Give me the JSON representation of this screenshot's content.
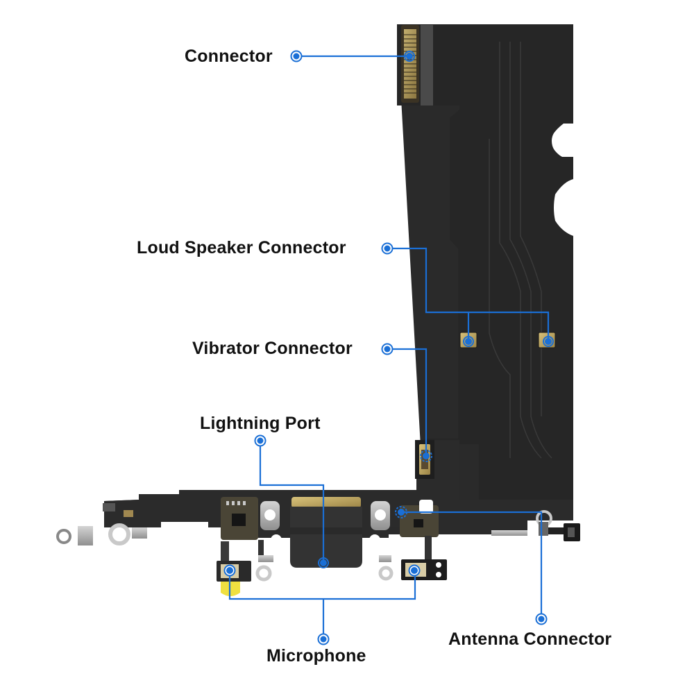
{
  "title": "Charging Port Flex Cable Diagram",
  "accent_color": "#1a6fd6",
  "board_color": "#2a2a2a",
  "labels": {
    "connector": "Connector",
    "loud_speaker_connector": "Loud Speaker Connector",
    "vibrator_connector": "Vibrator Connector",
    "lightning_port": "Lightning Port",
    "microphone": "Microphone",
    "antenna_connector": "Antenna Connector"
  },
  "callouts": [
    {
      "id": "connector",
      "label_key": "connector",
      "targets": 1
    },
    {
      "id": "loud-speaker-connector",
      "label_key": "loud_speaker_connector",
      "targets": 2
    },
    {
      "id": "vibrator-connector",
      "label_key": "vibrator_connector",
      "targets": 1
    },
    {
      "id": "lightning-port",
      "label_key": "lightning_port",
      "targets": 1
    },
    {
      "id": "microphone",
      "label_key": "microphone",
      "targets": 2
    },
    {
      "id": "antenna-connector",
      "label_key": "antenna_connector",
      "targets": 1
    }
  ]
}
